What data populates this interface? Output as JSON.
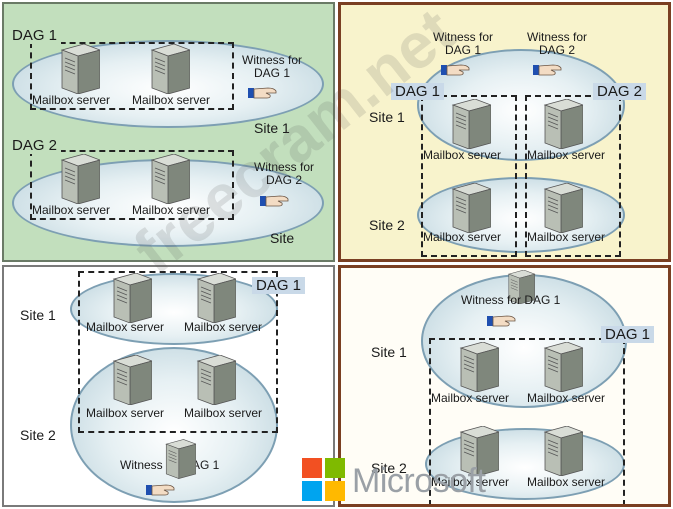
{
  "labels": {
    "mailbox_server": "Mailbox server",
    "dag1": "DAG 1",
    "dag2": "DAG 2",
    "site1": "Site 1",
    "site2": "Site 2",
    "site": "Site",
    "witness_dag1_line1": "Witness for",
    "witness_dag1_line2": "DAG 1",
    "witness_dag2_line1": "Witness for",
    "witness_dag2_line2": "DAG 2",
    "witness_for_dag1": "Witness for DAG 1"
  },
  "logo_text": "Microsoft",
  "watermark": "freecram.net"
}
